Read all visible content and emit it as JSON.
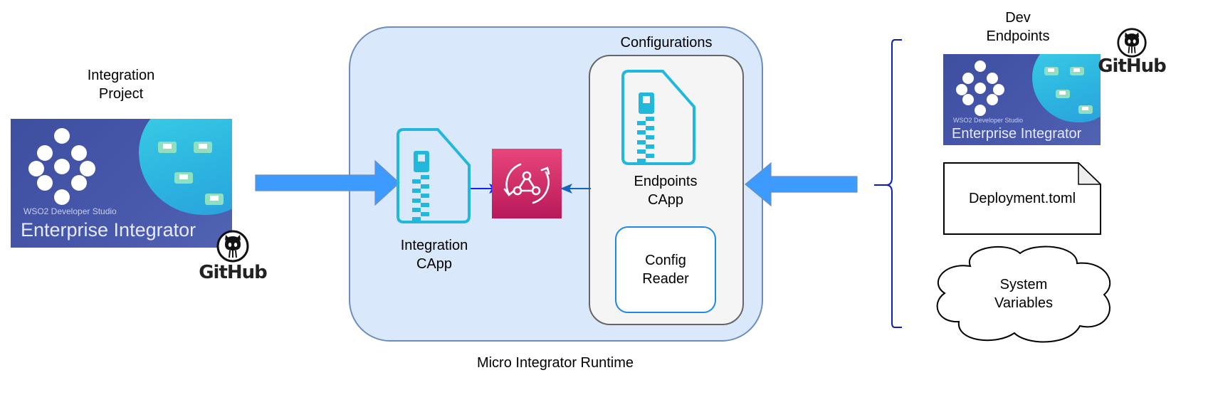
{
  "diagram": {
    "title": "Micro Integrator Runtime",
    "colors": {
      "runtime_fill": "#dae8fc",
      "runtime_border": "#6c8ebf",
      "config_fill": "#f5f5f5",
      "config_border": "#666666",
      "capp_icon": "#22b8dc",
      "big_arrow": "#3d9bff",
      "small_arrow_left": "#0f1fff",
      "small_arrow_right": "#1565c0",
      "mediator_top": "#e8457a",
      "mediator_bottom": "#b8195a",
      "brace": "#0a1fb8",
      "config_reader_border": "#1e88e5"
    },
    "left": {
      "label": [
        "Integration",
        "Project"
      ],
      "banner": {
        "studio_text": "WSO2 Developer Studio",
        "product_text": "Enterprise Integrator"
      },
      "github_text": "GitHub"
    },
    "runtime": {
      "label": "Micro Integrator Runtime",
      "integration_capp": {
        "label": [
          "Integration",
          "CApp"
        ],
        "icon": "zip-file-icon"
      },
      "mediator": {
        "icon": "api-sync-icon"
      },
      "configurations": {
        "label": "Configurations",
        "endpoints_capp": {
          "label": [
            "Endpoints",
            "CApp"
          ],
          "icon": "zip-file-icon"
        },
        "config_reader": {
          "label": [
            "Config",
            "Reader"
          ]
        }
      }
    },
    "right": {
      "dev_endpoints": {
        "label": [
          "Dev",
          "Endpoints"
        ],
        "banner": {
          "studio_text": "WSO2 Developer Studio",
          "product_text": "Enterprise Integrator"
        },
        "github_text": "GitHub"
      },
      "deployment_file": {
        "label": "Deployment.toml",
        "icon": "note-icon"
      },
      "system_variables": {
        "label": [
          "System",
          "Variables"
        ],
        "icon": "cloud-icon"
      }
    }
  }
}
